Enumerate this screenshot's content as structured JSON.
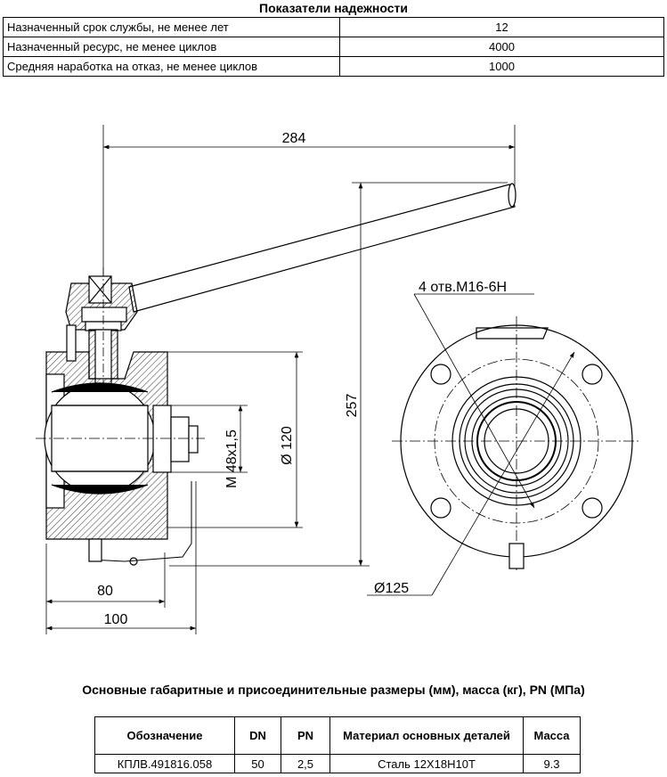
{
  "reliability": {
    "title": "Показатели надежности",
    "rows": [
      {
        "label": "Назначенный срок службы, не менее лет",
        "value": "12"
      },
      {
        "label": "Назначенный ресурс, не менее циклов",
        "value": "4000"
      },
      {
        "label": "Средняя наработка на отказ, не менее циклов",
        "value": "1000"
      }
    ]
  },
  "drawing": {
    "dim_total_length": "284",
    "dim_height": "257",
    "dim_flange_dia": "Ø 120",
    "dim_thread": "M 48x1,5",
    "dim_80": "80",
    "dim_100": "100",
    "dim_holes": "4 отв.М16-6H",
    "dim_bolt_circle": "Ø125"
  },
  "dimensions": {
    "title": "Основные габаритные и присоединительные размеры (мм), масса (кг), PN (МПа)",
    "headers": [
      "Обозначение",
      "DN",
      "PN",
      "Материал основных деталей",
      "Масса"
    ],
    "rows": [
      [
        "КПЛВ.491816.058",
        "50",
        "2,5",
        "Сталь 12Х18Н10Т",
        "9.3"
      ]
    ]
  }
}
